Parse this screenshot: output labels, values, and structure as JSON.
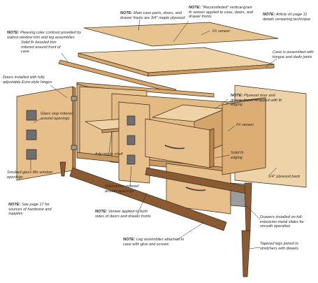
{
  "labels": {
    "contrast": {
      "text": "Pleasing color contrast provided by walnut window trim and leg assemblies",
      "note": "NOTE:"
    },
    "main_parts": {
      "text": "Main case parts, doors, and drawer fronts are 3/4\" maple plywood",
      "note": "NOTE:"
    },
    "veneer": {
      "text": "\"Reconstituted\" vertical-grain fir veneer applied to case, doors, and drawer fronts",
      "note": "NOTE:"
    },
    "article": {
      "text": "Article on page 11 details veneering technique",
      "note": "NOTE:"
    },
    "fir_veneer_top": {
      "text": "Fir veneer"
    },
    "solid_fir": {
      "text": "Solid fir beveled trim mitered around front of case"
    },
    "case_assembled": {
      "text": "Case is assembled with tongue and dado joints"
    },
    "doors": {
      "text": "Doors installed with fully adjustable Euro-style hinges"
    },
    "plywood_door": {
      "text": "Plywood door and drawer fronts wrapped with fir edging",
      "note": "NOTE:"
    },
    "glass_stop": {
      "text": "Glass stop mitered around openings"
    },
    "fir_veneer_side": {
      "text": "Fir veneer"
    },
    "solid_fir_edging": {
      "text": "Solid fir edging"
    },
    "adj_shelf": {
      "text": "Adjustable shelf"
    },
    "smoked": {
      "text": "Smoked glass fills window openings"
    },
    "back": {
      "text": "1/4\" plywood back"
    },
    "walnut": {
      "text": "Walnut trim mitered around openings"
    },
    "page17": {
      "text": "See page 17 for sources of hardware and supplies",
      "note": "NOTE:"
    },
    "veneer_both": {
      "text": "Veneer applied to both sides of doors and drawer fronts",
      "note": "NOTE:"
    },
    "drawers": {
      "text": "Drawers installed on full-extension metal slides for smooth operation"
    },
    "leg_assemblies": {
      "text": "Leg assemblies attached to case with glue and screws",
      "note": "NOTE:"
    },
    "tapered": {
      "text": "Tapered legs joined to stretchers with dowels"
    }
  },
  "colors": {
    "wood_light": "#eccfa1",
    "wood_mid": "#dfb57c",
    "wood_dark": "#c9955a",
    "walnut": "#8a5a33",
    "glass": "#6f6f70",
    "line": "#3a2a1a",
    "leader": "#222222"
  }
}
